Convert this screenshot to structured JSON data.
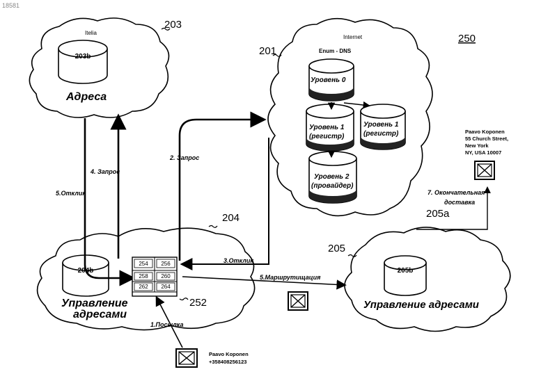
{
  "corner_id": "18581",
  "figure_number": "250",
  "refs": {
    "r203": "203",
    "r201": "201",
    "r204": "204",
    "r205": "205",
    "r205a": "205a",
    "r252": "252",
    "db203b": "203b",
    "db204b": "204b",
    "db205b": "205b"
  },
  "cloud_titles": {
    "italia": "Itelia",
    "internet": "Internet",
    "enum": "Enum - DNS"
  },
  "main_labels": {
    "addresses": "Адреса",
    "mgmt_left_1": "Управление",
    "mgmt_left_2": "адресами",
    "mgmt_right": "Управление адресами"
  },
  "levels": {
    "level0": "Уровень 0",
    "level1a_1": "Уровень 1",
    "level1a_2": "(регистр)",
    "level1b_1": "Уровень 1",
    "level1b_2": "(регистр)",
    "level2_1": "Уровень 2",
    "level2_2": "(провайдер)"
  },
  "grid_cells": [
    "254",
    "256",
    "258",
    "260",
    "262",
    "264"
  ],
  "arrows": {
    "a1": "1.Посылка",
    "a2": "2. Запрос",
    "a3": "3.Отклик",
    "a4": "4. Запрос",
    "a5": "5.Отклик",
    "a5m": "5.Маршрутищация",
    "a7_1": "7. Окончательная",
    "a7_2": "доставка"
  },
  "address_top": {
    "line1": "Paavo Koponen",
    "line2": "55 Church Street,",
    "line3": "New York",
    "line4": "NY, USA 10007"
  },
  "address_bottom": {
    "line1": "Paavo Koponen",
    "line2": "+358408256123"
  }
}
